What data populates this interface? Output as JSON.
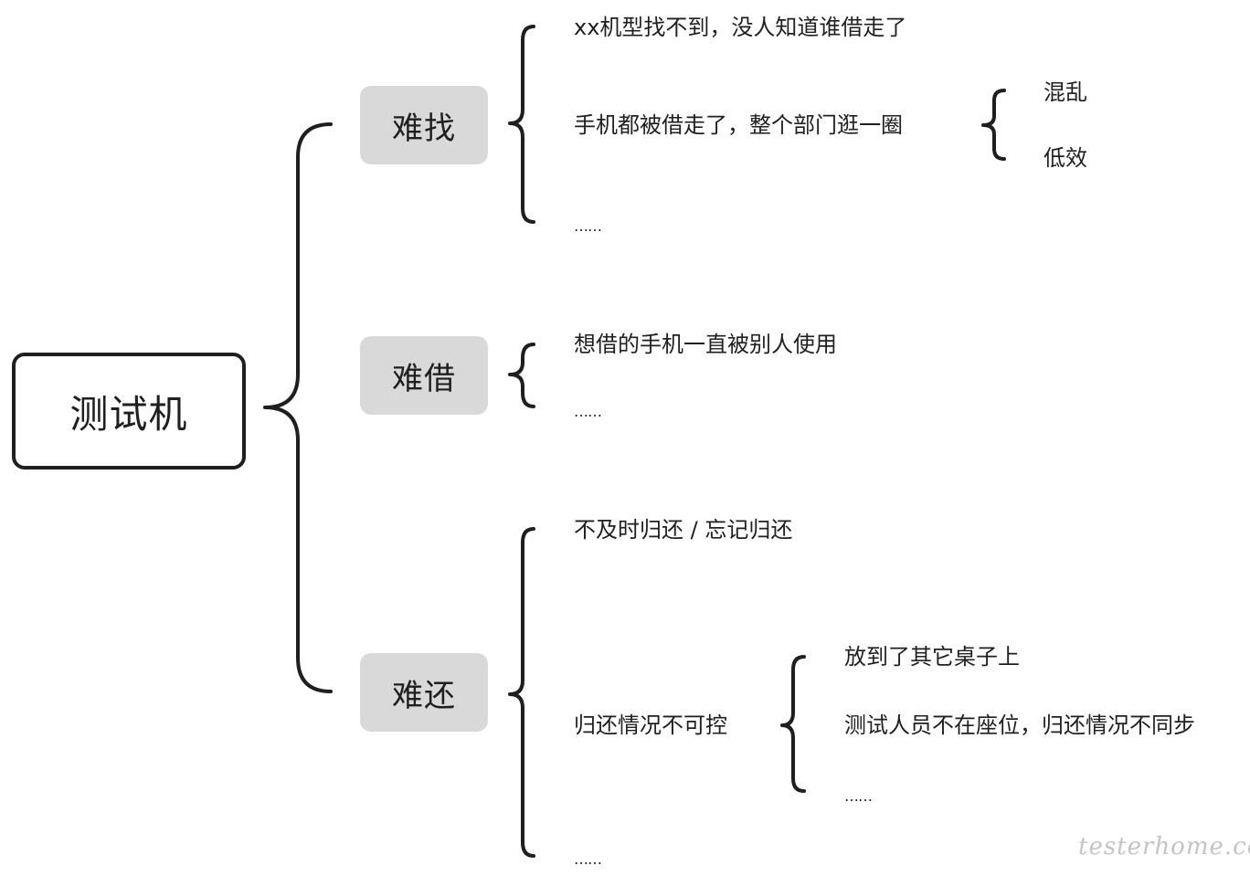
{
  "root": {
    "label": "测试机"
  },
  "branches": [
    {
      "label": "难找",
      "items": [
        {
          "text": "xx机型找不到，没人知道谁借走了"
        },
        {
          "text": "手机都被借走了，整个部门逛一圈",
          "children": [
            "混乱",
            "低效"
          ]
        },
        {
          "text": "……"
        }
      ]
    },
    {
      "label": "难借",
      "items": [
        {
          "text": "想借的手机一直被别人使用"
        },
        {
          "text": "……"
        }
      ]
    },
    {
      "label": "难还",
      "items": [
        {
          "text": "不及时归还 / 忘记归还"
        },
        {
          "text": "归还情况不可控",
          "children": [
            "放到了其它桌子上",
            "测试人员不在座位，归还情况不同步",
            "……"
          ]
        },
        {
          "text": "……"
        }
      ]
    }
  ],
  "watermark": "testerhome.com"
}
